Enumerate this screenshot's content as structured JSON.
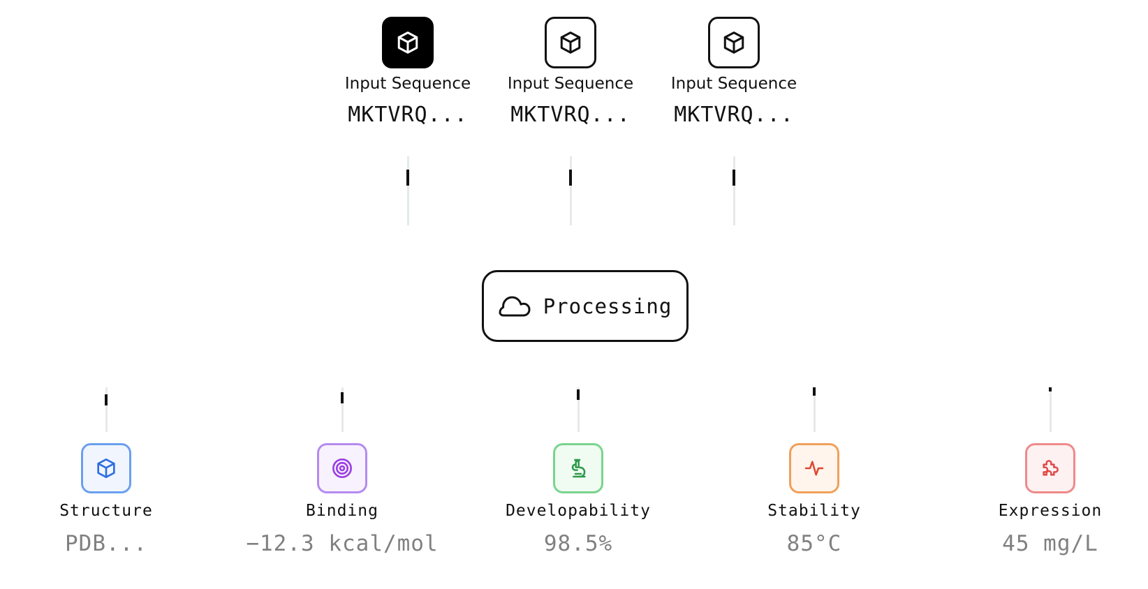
{
  "inputs": [
    {
      "label": "Input Sequence",
      "value": "MKTVRQ...",
      "icon": "cube-icon",
      "active": true
    },
    {
      "label": "Input Sequence",
      "value": "MKTVRQ...",
      "icon": "cube-icon",
      "active": false
    },
    {
      "label": "Input Sequence",
      "value": "MKTVRQ...",
      "icon": "cube-icon",
      "active": false
    }
  ],
  "processing": {
    "label": "Processing",
    "icon": "cloud-icon"
  },
  "outputs": [
    {
      "label": "Structure",
      "value": "PDB...",
      "icon": "cube-icon",
      "color": "#2f6fe0",
      "border": "#6a9ff0",
      "bg": "#f1f6fe"
    },
    {
      "label": "Binding",
      "value": "−12.3 kcal/mol",
      "icon": "target-icon",
      "color": "#9b3ee6",
      "border": "#b58af0",
      "bg": "#f8f2fe"
    },
    {
      "label": "Developability",
      "value": "98.5%",
      "icon": "microscope-icon",
      "color": "#2e9a4a",
      "border": "#79d48e",
      "bg": "#f0fbf2"
    },
    {
      "label": "Stability",
      "value": "85°C",
      "icon": "pulse-icon",
      "color": "#e0462f",
      "border": "#f0a05a",
      "bg": "#fff5ed"
    },
    {
      "label": "Expression",
      "value": "45 mg/L",
      "icon": "puzzle-icon",
      "color": "#e04848",
      "border": "#ef8a8a",
      "bg": "#fef1f1"
    }
  ]
}
